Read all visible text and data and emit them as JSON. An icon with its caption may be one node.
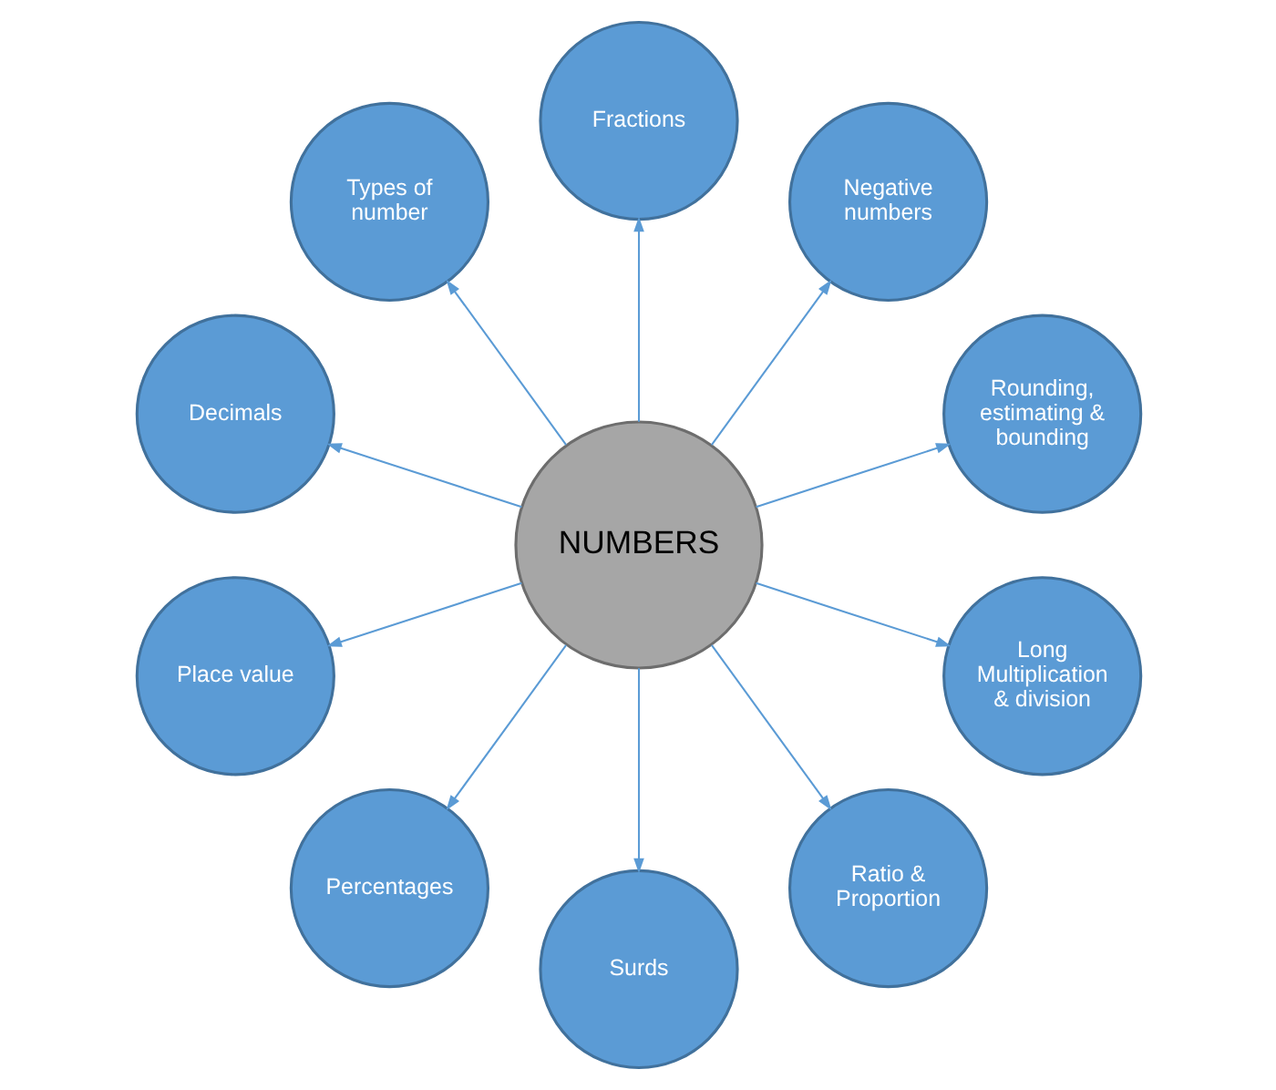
{
  "diagram": {
    "nodes": [
      {
        "text": [
          "Rounding, estimating & bounding"
        ]
      },
      {
        "text": [
          "Negative numbers"
        ]
      },
      {
        "text": [
          "Fractions"
        ]
      },
      {
        "text": [
          "Types of number"
        ]
      },
      {
        "text": [
          "NUMBERS"
        ]
      },
      {
        "text": [
          "Decimals"
        ]
      },
      {
        "text": [
          "Place value"
        ]
      },
      {
        "text": [
          "Percentages"
        ]
      },
      {
        "text": [
          "Surds"
        ]
      },
      {
        "text": [
          "Ratio & Proportion"
        ]
      },
      {
        "text": [
          "Long Multiplication & division"
        ]
      }
    ],
    "edges": [
      {
        "from": 4,
        "to": 1,
        "arrow": "to"
      },
      {
        "from": 4,
        "to": 2,
        "arrow": "to"
      },
      {
        "from": 4,
        "to": 5,
        "arrow": "to"
      },
      {
        "from": 4,
        "to": 7,
        "arrow": "to"
      },
      {
        "from": 4,
        "to": 10,
        "arrow": "to"
      },
      {
        "from": 4,
        "to": 9,
        "arrow": "to"
      },
      {
        "from": 4,
        "to": 8,
        "arrow": "to"
      },
      {
        "from": 4,
        "to": 6,
        "arrow": "to"
      },
      {
        "from": 4,
        "to": 3,
        "arrow": "to"
      },
      {
        "from": 4,
        "to": 0,
        "arrow": "to"
      }
    ]
  }
}
